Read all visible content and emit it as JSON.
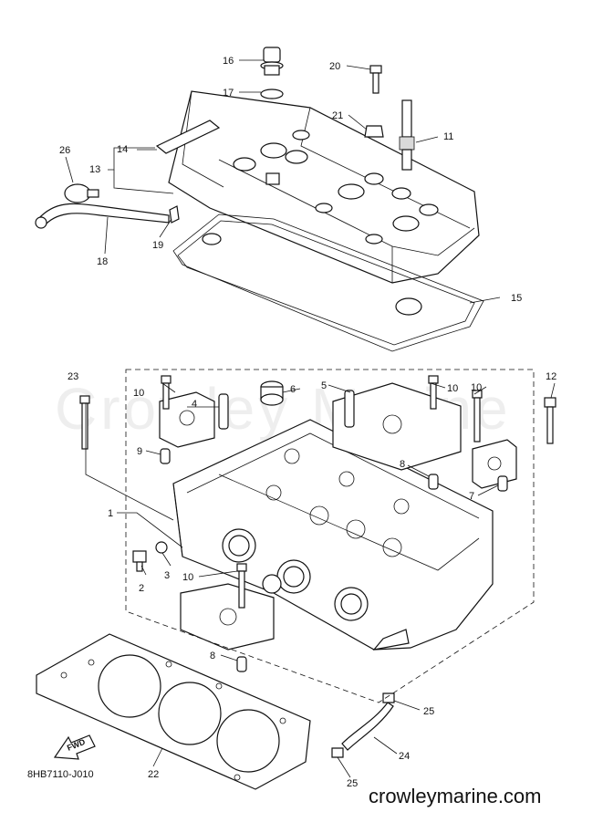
{
  "diagram": {
    "drawing_code": "8HB7110-J010",
    "website": "crowleymarine.com",
    "watermark": "Crowley Marine",
    "fwd_label": "FWD",
    "parts": [
      {
        "id": "p1",
        "label": "1"
      },
      {
        "id": "p2",
        "label": "2"
      },
      {
        "id": "p3",
        "label": "3"
      },
      {
        "id": "p4",
        "label": "4"
      },
      {
        "id": "p5",
        "label": "5"
      },
      {
        "id": "p6",
        "label": "6"
      },
      {
        "id": "p7",
        "label": "7"
      },
      {
        "id": "p8a",
        "label": "8"
      },
      {
        "id": "p8b",
        "label": "8"
      },
      {
        "id": "p9",
        "label": "9"
      },
      {
        "id": "p10a",
        "label": "10"
      },
      {
        "id": "p10b",
        "label": "10"
      },
      {
        "id": "p10c",
        "label": "10"
      },
      {
        "id": "p10d",
        "label": "10"
      },
      {
        "id": "p11",
        "label": "11"
      },
      {
        "id": "p12",
        "label": "12"
      },
      {
        "id": "p13",
        "label": "13"
      },
      {
        "id": "p14",
        "label": "14"
      },
      {
        "id": "p15",
        "label": "15"
      },
      {
        "id": "p16",
        "label": "16"
      },
      {
        "id": "p17",
        "label": "17"
      },
      {
        "id": "p18",
        "label": "18"
      },
      {
        "id": "p19",
        "label": "19"
      },
      {
        "id": "p20",
        "label": "20"
      },
      {
        "id": "p21",
        "label": "21"
      },
      {
        "id": "p22",
        "label": "22"
      },
      {
        "id": "p23",
        "label": "23"
      },
      {
        "id": "p24",
        "label": "24"
      },
      {
        "id": "p25a",
        "label": "25"
      },
      {
        "id": "p25b",
        "label": "25"
      },
      {
        "id": "p26",
        "label": "26"
      }
    ]
  }
}
